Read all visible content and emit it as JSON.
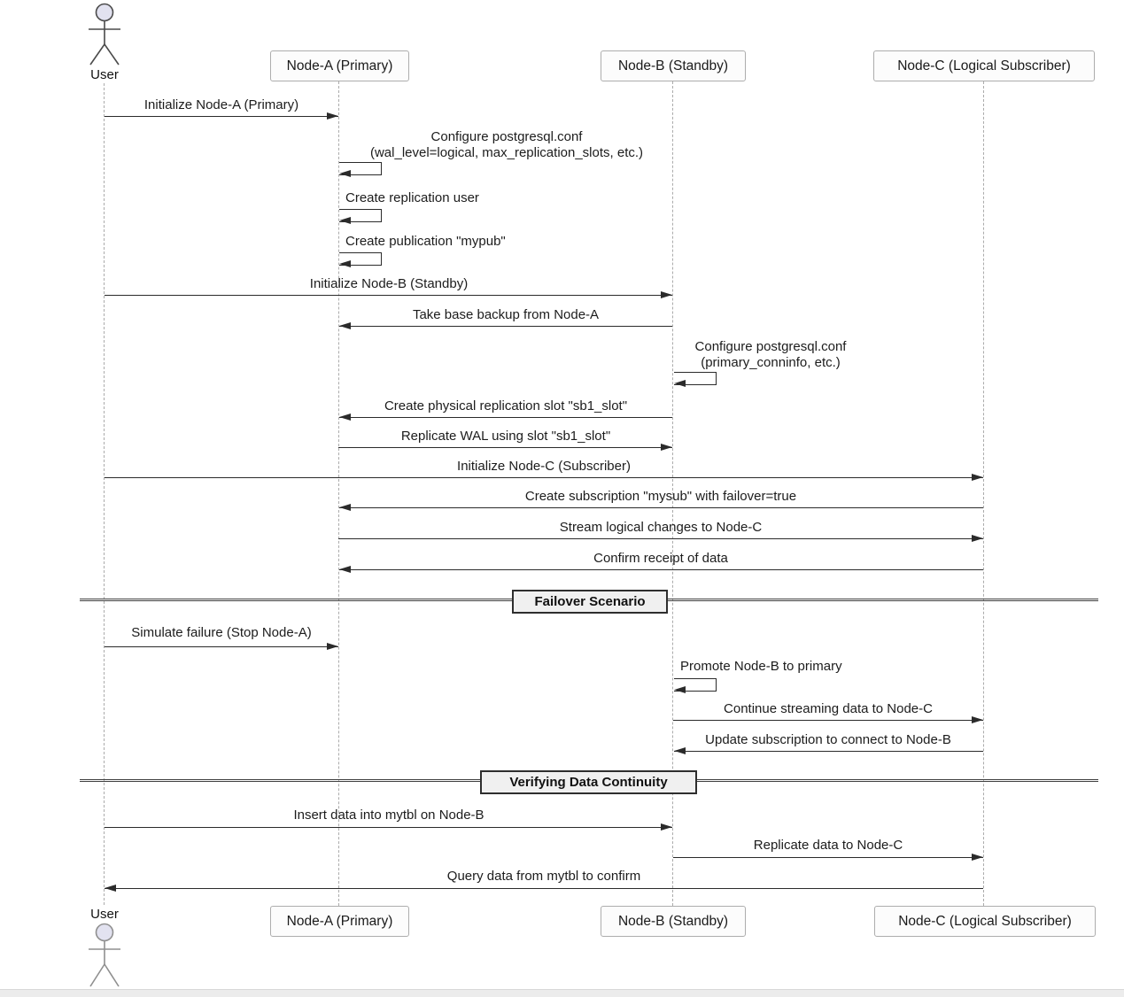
{
  "diagram_type": "uml-sequence",
  "colors": {
    "background": "#ffffff",
    "actor_head_fill": "#e2e2f0",
    "actor_stroke_top": "#4a4a4a",
    "actor_stroke_bottom": "#8f8f8f",
    "participant_fill": "#fcfcfc",
    "participant_border": "#adadad",
    "lifeline": "#ababab",
    "arrow": "#2b2b2b",
    "divider_line": "#3f3f3f",
    "divider_fill": "#f0f0f0",
    "text": "#1c1c1c"
  },
  "actor": {
    "label": "User"
  },
  "participants": [
    {
      "label": "Node-A (Primary)"
    },
    {
      "label": "Node-B (Standby)"
    },
    {
      "label": "Node-C (Logical Subscriber)"
    }
  ],
  "dividers": [
    {
      "label": "Failover Scenario"
    },
    {
      "label": "Verifying Data Continuity"
    }
  ],
  "messages": [
    {
      "from": "User",
      "to": "Node-A (Primary)",
      "type": "call",
      "label": "Initialize Node-A (Primary)"
    },
    {
      "from": "Node-A (Primary)",
      "to": "Node-A (Primary)",
      "type": "self",
      "label": "Configure postgresql.conf\n(wal_level=logical, max_replication_slots, etc.)"
    },
    {
      "from": "Node-A (Primary)",
      "to": "Node-A (Primary)",
      "type": "self",
      "label": "Create replication user"
    },
    {
      "from": "Node-A (Primary)",
      "to": "Node-A (Primary)",
      "type": "self",
      "label": "Create publication \"mypub\""
    },
    {
      "from": "User",
      "to": "Node-B (Standby)",
      "type": "call",
      "label": "Initialize Node-B (Standby)"
    },
    {
      "from": "Node-B (Standby)",
      "to": "Node-A (Primary)",
      "type": "call",
      "label": "Take base backup from Node-A"
    },
    {
      "from": "Node-B (Standby)",
      "to": "Node-B (Standby)",
      "type": "self",
      "label": "Configure postgresql.conf\n(primary_conninfo, etc.)"
    },
    {
      "from": "Node-B (Standby)",
      "to": "Node-A (Primary)",
      "type": "call",
      "label": "Create physical replication slot \"sb1_slot\""
    },
    {
      "from": "Node-A (Primary)",
      "to": "Node-B (Standby)",
      "type": "call",
      "label": "Replicate WAL using slot \"sb1_slot\""
    },
    {
      "from": "User",
      "to": "Node-C (Logical Subscriber)",
      "type": "call",
      "label": "Initialize Node-C (Subscriber)"
    },
    {
      "from": "Node-C (Logical Subscriber)",
      "to": "Node-A (Primary)",
      "type": "call",
      "label": "Create subscription \"mysub\" with failover=true"
    },
    {
      "from": "Node-A (Primary)",
      "to": "Node-C (Logical Subscriber)",
      "type": "call",
      "label": "Stream logical changes to Node-C"
    },
    {
      "from": "Node-C (Logical Subscriber)",
      "to": "Node-A (Primary)",
      "type": "call",
      "label": "Confirm receipt of data"
    },
    {
      "from": "User",
      "to": "Node-A (Primary)",
      "type": "call",
      "label": "Simulate failure (Stop Node-A)"
    },
    {
      "from": "Node-B (Standby)",
      "to": "Node-B (Standby)",
      "type": "self",
      "label": "Promote Node-B to primary"
    },
    {
      "from": "Node-B (Standby)",
      "to": "Node-C (Logical Subscriber)",
      "type": "call",
      "label": "Continue streaming data to Node-C"
    },
    {
      "from": "Node-C (Logical Subscriber)",
      "to": "Node-B (Standby)",
      "type": "call",
      "label": "Update subscription to connect to Node-B"
    },
    {
      "from": "User",
      "to": "Node-B (Standby)",
      "type": "call",
      "label": "Insert data into mytbl on Node-B"
    },
    {
      "from": "Node-B (Standby)",
      "to": "Node-C (Logical Subscriber)",
      "type": "call",
      "label": "Replicate data to Node-C"
    },
    {
      "from": "Node-C (Logical Subscriber)",
      "to": "User",
      "type": "call",
      "label": "Query data from mytbl to confirm"
    }
  ]
}
